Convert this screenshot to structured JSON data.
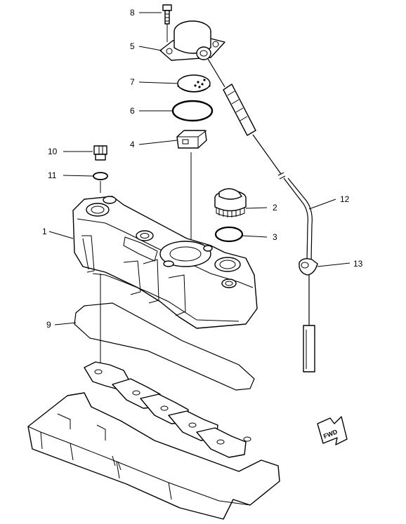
{
  "callouts": [
    {
      "id": "8",
      "text": "8"
    },
    {
      "id": "5",
      "text": "5"
    },
    {
      "id": "7",
      "text": "7"
    },
    {
      "id": "6",
      "text": "6"
    },
    {
      "id": "4",
      "text": "4"
    },
    {
      "id": "10",
      "text": "10"
    },
    {
      "id": "11",
      "text": "11"
    },
    {
      "id": "1",
      "text": "1"
    },
    {
      "id": "2",
      "text": "2"
    },
    {
      "id": "3",
      "text": "3"
    },
    {
      "id": "12",
      "text": "12"
    },
    {
      "id": "13",
      "text": "13"
    },
    {
      "id": "9",
      "text": "9"
    }
  ],
  "direction_marker": {
    "text": "FWD",
    "icon": "forward-arrow-icon"
  }
}
